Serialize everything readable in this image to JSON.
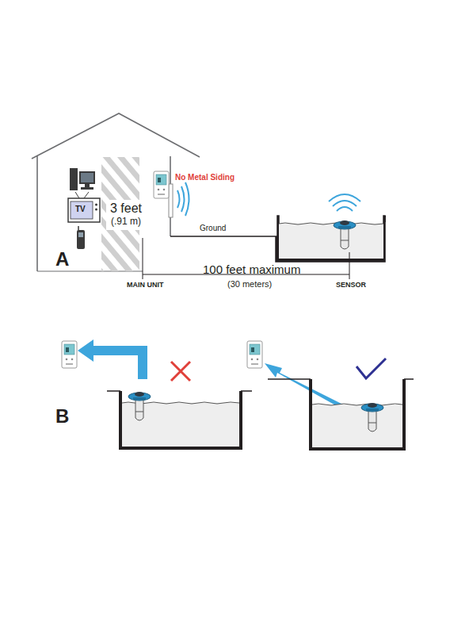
{
  "diagram": {
    "labels": [
      "No Metal Siding",
      "3 feet",
      "(.91 m)",
      "TV",
      "Ground",
      "A",
      "MAIN UNIT",
      "100 feet maximum",
      "(30 meters)",
      "SENSOR",
      "B"
    ]
  }
}
